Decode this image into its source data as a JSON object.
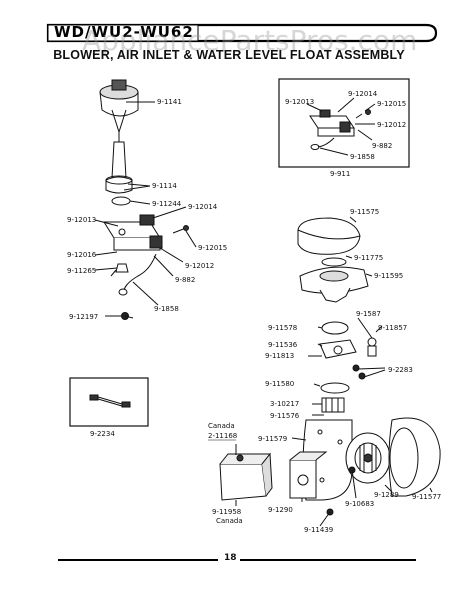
{
  "header": {
    "model_code": "WD/WU2-WU62",
    "watermark": "AppliancePartsPros.com",
    "title": "BLOWER, AIR INLET & WATER LEVEL FLOAT ASSEMBLY"
  },
  "labels": {
    "l1141": "9-1141",
    "l1114": "9-1114",
    "l11244": "9-11244",
    "l12014a": "9-12014",
    "l12013a": "9-12013",
    "l12015a": "9-12015",
    "l12016": "9-12016",
    "l12012a": "9-12012",
    "l11265": "9-11265",
    "l882a": "9-882",
    "l1858a": "9-1858",
    "l12197": "9-12197",
    "i12013": "9-12013",
    "i12014": "9-12014",
    "i12015": "9-12015",
    "i12012": "9-12012",
    "i882": "9-882",
    "i1858": "9-1858",
    "i911": "9-911",
    "l2234": "9-2234",
    "l11575": "9-11575",
    "l11775": "9-11775",
    "l11595": "9-11595",
    "l1587": "9-1587",
    "l11578": "9-11578",
    "l11857": "9-11857",
    "l11536": "9-11536",
    "l11813": "9-11813",
    "l2283": "9-2283",
    "l11580": "9-11580",
    "l10217": "3-10217",
    "l11576": "9-11576",
    "l11579": "9-11579",
    "canada1": "Canada",
    "l11168": "2-11168",
    "l11958": "9-11958",
    "canada2": "Canada",
    "l1290": "9-1290",
    "l11439": "9-11439",
    "l10683": "9-10683",
    "l1289": "9-1289",
    "l11577": "9-11577"
  },
  "footer": {
    "page_number": "18"
  }
}
